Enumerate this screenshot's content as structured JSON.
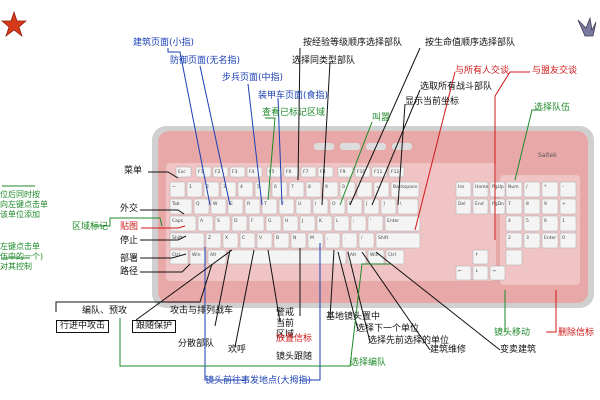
{
  "labels": {
    "build_page_small": "建筑页面(小指)",
    "defense_page_ring": "防御页面(无名指)",
    "infantry_page_middle": "步兵页面(中指)",
    "armor_page_index": "装甲车页面(食指)",
    "view_marked_area": "查看已标记区域",
    "select_by_rank": "按经验等级顺序选择部队",
    "select_same_type": "选择同类型部队",
    "select_by_health": "按生命值顺序选择部队",
    "select_all_combat": "选取所有战斗部队",
    "show_coordinates": "显示当前坐标",
    "alert": "叫嚣",
    "ally_chat": "与所有人交谈",
    "team_chat": "与盟友交谈",
    "select_team": "选择队伍",
    "menu": "菜单",
    "diplomacy": "外交",
    "sell": "贴图",
    "stop": "停止",
    "deploy": "部署",
    "waypoint": "路径",
    "area_mark": "区域标记",
    "left_note_1": "位后同时按",
    "left_note_2": "向左键点击单",
    "left_note_3": "该单位添加",
    "left_note_4": "左键点击单",
    "left_note_5": "伍中的一个)",
    "left_note_6": "对其控制",
    "team_guard": "编队、预攻",
    "attack_move": "行进中攻击",
    "follow_guard": "跟随保护",
    "escort_row": "攻击与排列战车",
    "scatter": "分散部队",
    "cheer": "欢呼",
    "alert_location": "警戒当前区域",
    "place_beacon": "放置信标",
    "camera_follow": "镜头跟随",
    "center_base": "基地镜头置中",
    "select_next": "选择下一个单位",
    "select_prev": "选择先前选择的单位",
    "repair": "建筑维修",
    "sell_building": "变卖建筑",
    "camera_move": "镜头移动",
    "delete_beacon": "删除信标",
    "select_group": "选择编队",
    "camera_last_event": "镜头前往事发地点(大拇指)"
  },
  "keyboard": {
    "brand": "Saitek",
    "row_fn": [
      "Esc",
      "F1",
      "F2",
      "F3",
      "F4",
      "F5",
      "F6",
      "F7",
      "F8",
      "F9",
      "F10",
      "F11",
      "F12"
    ],
    "row_num": [
      "~",
      "1",
      "2",
      "3",
      "4",
      "5",
      "6",
      "7",
      "8",
      "9",
      "0",
      "-",
      "=",
      "Backspace"
    ],
    "row_q": [
      "Tab",
      "Q",
      "W",
      "E",
      "R",
      "T",
      "Y",
      "U",
      "I",
      "O",
      "P",
      "[",
      "]",
      "\\"
    ],
    "row_a": [
      "Caps",
      "A",
      "S",
      "D",
      "F",
      "G",
      "H",
      "J",
      "K",
      "L",
      ";",
      "'",
      "Enter"
    ],
    "row_z": [
      "Shift",
      "Z",
      "X",
      "C",
      "V",
      "B",
      "N",
      "M",
      ",",
      ".",
      "/",
      "Shift"
    ],
    "row_sp": [
      "Ctrl",
      "Win",
      "Alt",
      "",
      "Alt",
      "Win",
      "Ctrl"
    ],
    "nav": [
      "Ins",
      "Home",
      "PgUp",
      "Del",
      "End",
      "PgDn"
    ],
    "arrows": [
      "↑",
      "←",
      "↓",
      "→"
    ],
    "numpad": [
      "Num",
      "/",
      "*",
      "-",
      "7",
      "8",
      "9",
      "+",
      "4",
      "5",
      "6",
      "1",
      "2",
      "3",
      "Enter",
      "0",
      "."
    ]
  },
  "colors": {
    "blue": "#1a3fb3",
    "green": "#1e8a2a",
    "red": "#d01818",
    "black": "#111111",
    "keyboard_body": "#e8a8a8",
    "keyboard_frame": "#c9c9c9",
    "key_face": "#f4f4f4"
  },
  "icons": {
    "top_left_logo": "red-star-logo-icon",
    "top_right_logo": "bird-emblem-icon"
  }
}
